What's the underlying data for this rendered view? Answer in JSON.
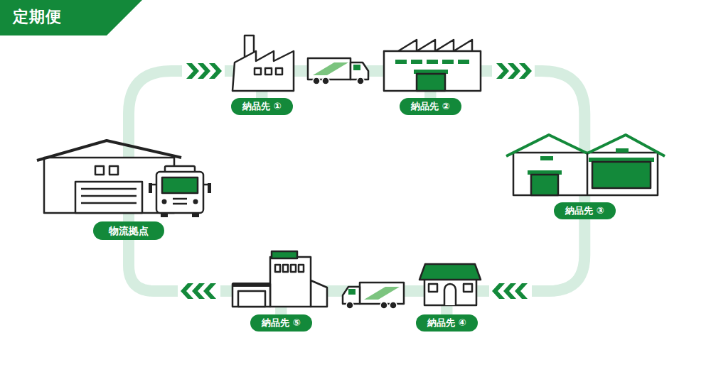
{
  "diagram": {
    "title": "定期便",
    "nodes": [
      {
        "text": [
          "物流拠点"
        ]
      },
      {
        "text": [
          "納品先 ①"
        ]
      },
      {
        "text": [
          "納品先 ②"
        ]
      },
      {
        "text": [
          "納品先 ③"
        ]
      },
      {
        "text": [
          "納品先 ④"
        ]
      },
      {
        "text": [
          "納品先 ⑤"
        ]
      }
    ],
    "edges": [
      {
        "from": 0,
        "to": 1,
        "arrow": "to"
      },
      {
        "from": 1,
        "to": 2,
        "arrow": "to"
      },
      {
        "from": 2,
        "to": 3,
        "arrow": "to"
      },
      {
        "from": 3,
        "to": 4,
        "arrow": "to"
      },
      {
        "from": 4,
        "to": 5,
        "arrow": "to"
      },
      {
        "from": 5,
        "to": 0,
        "arrow": "to"
      }
    ]
  }
}
